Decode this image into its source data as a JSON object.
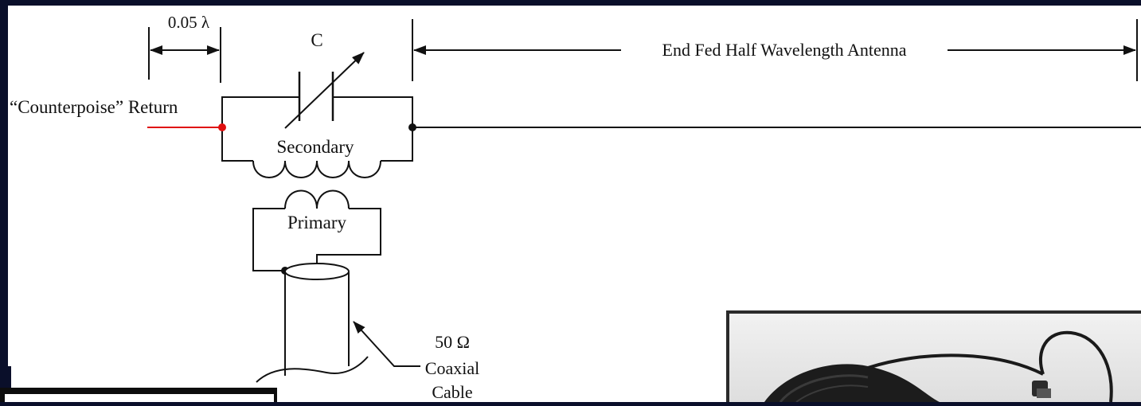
{
  "labels": {
    "spacing": "0.05 λ",
    "capacitor": "C",
    "antenna": "End Fed Half Wavelength Antenna",
    "counterpoise": "“Counterpoise” Return",
    "secondary": "Secondary",
    "primary": "Primary",
    "cable_impedance": "50 Ω",
    "cable_type_line1": "Coaxial",
    "cable_type_line2": "Cable"
  },
  "colors": {
    "slide_background": "#0a0f2a",
    "diagram_background": "#ffffff",
    "line": "#111111",
    "counterpoise_wire": "#e01010"
  },
  "photo": {
    "subject": "coiled black antenna wire with connector"
  }
}
